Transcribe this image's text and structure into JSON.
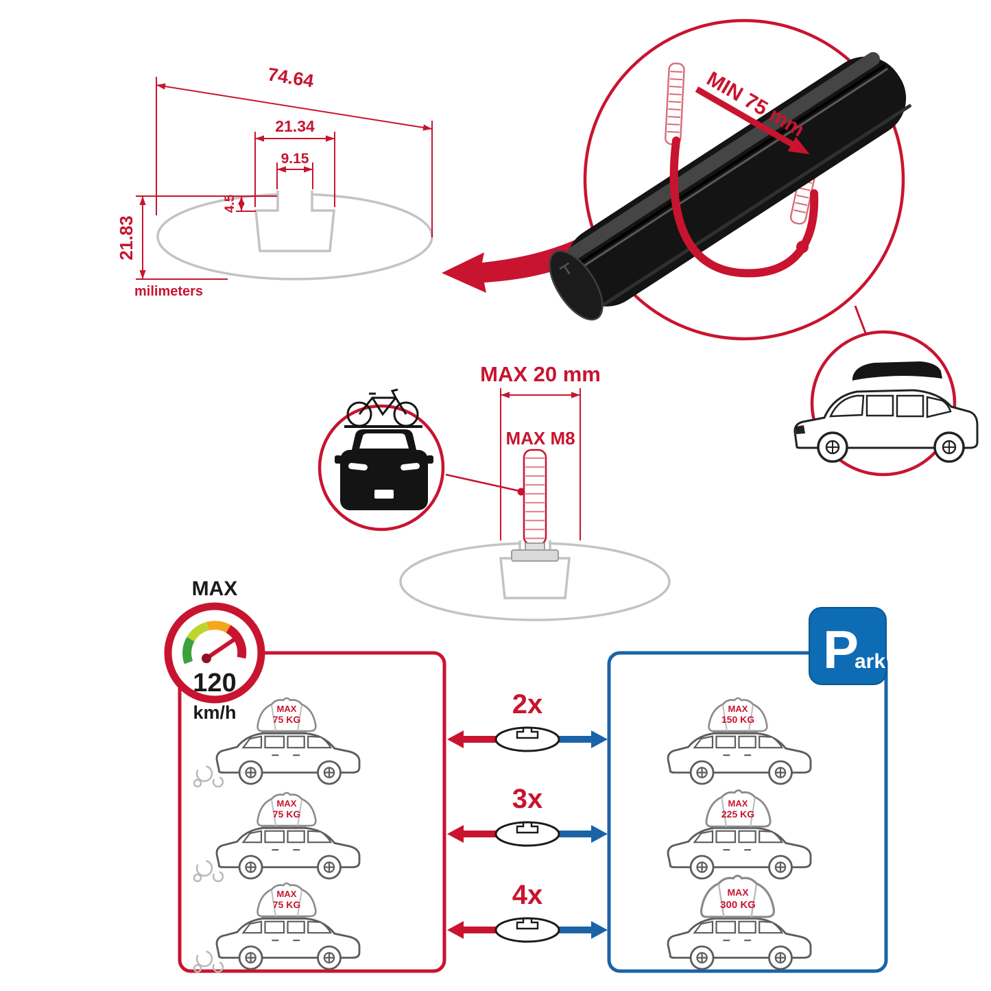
{
  "colors": {
    "accent_red": "#c8142f",
    "accent_blue": "#1a63a8",
    "parking_blue": "#0e6cb4",
    "outline_gray": "#c3c3c3",
    "bar_black": "#141414"
  },
  "cross_section": {
    "total_width": "74.64",
    "channel_width": "21.34",
    "slot_width": "9.15",
    "slot_depth": "4.5",
    "total_height": "21.83",
    "units": "milimeters"
  },
  "bar_detail": {
    "min_clamp": "MIN 75 mm"
  },
  "bolt_detail": {
    "max_length": "MAX 20 mm",
    "max_thread": "MAX M8"
  },
  "speedometer": {
    "label": "MAX",
    "value": "120",
    "unit": "km/h"
  },
  "parking_sign": {
    "letter": "P",
    "suffix": "ark"
  },
  "capacity": {
    "rows": [
      {
        "multiplier": "2x",
        "left_max": "MAX",
        "left_load": "75 KG",
        "right_max": "MAX",
        "right_load": "150 KG"
      },
      {
        "multiplier": "3x",
        "left_max": "MAX",
        "left_load": "75 KG",
        "right_max": "MAX",
        "right_load": "225 KG"
      },
      {
        "multiplier": "4x",
        "left_max": "MAX",
        "left_load": "75 KG",
        "right_max": "MAX",
        "right_load": "300 KG"
      }
    ]
  }
}
